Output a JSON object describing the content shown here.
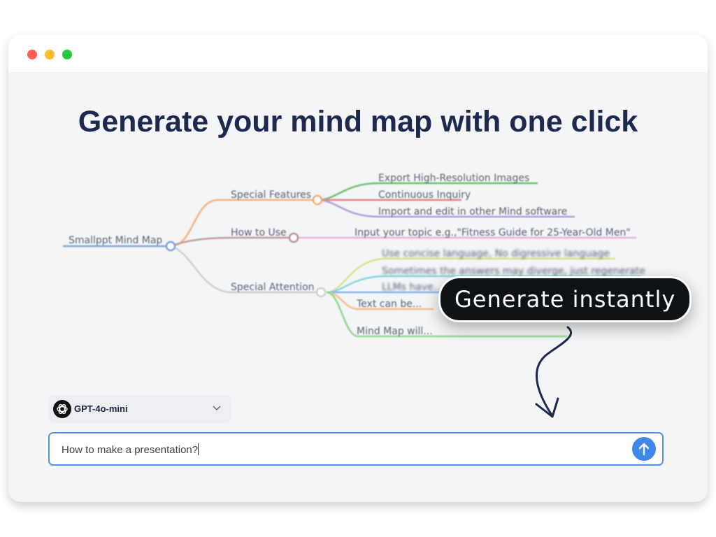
{
  "window": {
    "controls": {
      "close_color": "#fe5f57",
      "minimize_color": "#febc2e",
      "maximize_color": "#28c840"
    }
  },
  "headline": "Generate your mind map with one click",
  "mind_map": {
    "root": "Smallppt Mind Map",
    "branches": [
      {
        "label": "Special Features",
        "children": [
          "Export High-Resolution Images",
          "Continuous Inquiry",
          "Import and edit in other Mind software"
        ]
      },
      {
        "label": "How to Use",
        "children": [
          "Input your topic e.g.,\"Fitness Guide for 25-Year-Old Men\""
        ]
      },
      {
        "label": "Special Attention",
        "children": [
          "Use concise language, No digressive language",
          "Sometimes the answers may diverge, just regenerate",
          "LLMs have...",
          "Text can be...",
          "Mind Map will..."
        ]
      }
    ]
  },
  "callout": "Generate instantly",
  "model_selector": {
    "selected": "GPT-4o-mini",
    "icon": "openai-logo-icon"
  },
  "prompt_input": {
    "value": "How to make a presentation?",
    "send_icon": "arrow-up-icon",
    "accent": "#3f87ea"
  }
}
